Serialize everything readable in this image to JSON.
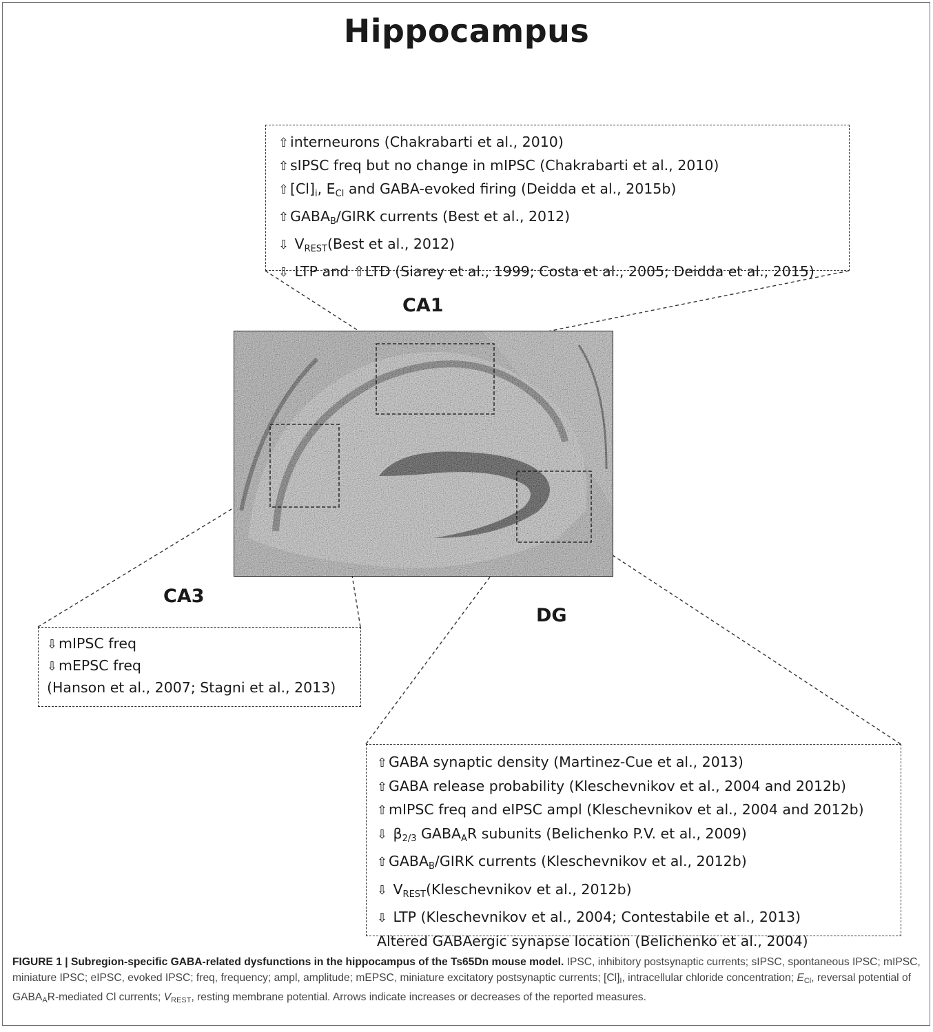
{
  "title": "Hippocampus",
  "regions": {
    "ca1": "CA1",
    "ca3": "CA3",
    "dg": "DG"
  },
  "ca1_box": {
    "lines": [
      {
        "arrow": "up",
        "text": "interneurons (Chakrabarti et al., 2010)"
      },
      {
        "arrow": "up",
        "text": "sIPSC freq but no change in mIPSC (Chakrabarti et al., 2010)"
      },
      {
        "arrow": "up",
        "pre": "[Cl]",
        "sub1": "i",
        "mid": ", E",
        "sub2": "Cl",
        "post": " and GABA-evoked firing (Deidda et al., 2015b)"
      },
      {
        "arrow": "up",
        "pre": "GABA",
        "sub1": "B",
        "post": "/GIRK currents  (Best et al., 2012)"
      },
      {
        "arrow": "down",
        "pre": " V",
        "sub1": "REST",
        "post": "(Best et al., 2012)"
      },
      {
        "arrow": "down",
        "text": " LTP and  ⇧LTD (Siarey et al., 1999;  Costa et al., 2005;  Deidda et al., 2015)"
      }
    ]
  },
  "ca3_box": {
    "lines": [
      {
        "arrow": "down",
        "text": "mIPSC freq"
      },
      {
        "arrow": "down",
        "text": "mEPSC freq"
      },
      {
        "arrow": "none",
        "text": "(Hanson et al., 2007; Stagni et al., 2013)"
      }
    ]
  },
  "dg_box": {
    "lines": [
      {
        "arrow": "up",
        "text": "GABA synaptic density (Martinez-Cue et al., 2013)"
      },
      {
        "arrow": "up",
        "text": "GABA release probability (Kleschevnikov et al., 2004 and 2012b)"
      },
      {
        "arrow": "up",
        "text": "mIPSC freq and eIPSC ampl (Kleschevnikov et al., 2004 and 2012b)"
      },
      {
        "arrow": "down",
        "pre": " β",
        "sub1": "2/3",
        "mid": " GABA",
        "sub2": "A",
        "post": "R subunits (Belichenko P.V. et al., 2009)"
      },
      {
        "arrow": "up",
        "pre": "GABA",
        "sub1": "B",
        "post": "/GIRK currents  (Kleschevnikov et al., 2012b)"
      },
      {
        "arrow": "down",
        "pre": " V",
        "sub1": "REST",
        "post": "(Kleschevnikov et al., 2012b)"
      },
      {
        "arrow": "down",
        "text": " LTP (Kleschevnikov et al., 2004;  Contestabile et al., 2013)"
      },
      {
        "arrow": "none",
        "text": "Altered GABAergic synapse location (Belichenko et al., 2004)"
      }
    ]
  },
  "caption": {
    "label": "FIGURE 1 | Subregion-specific GABA-related dysfunctions in the hippocampus of the Ts65Dn mouse model.",
    "body": " IPSC, inhibitory postsynaptic currents; sIPSC, spontaneous IPSC; mIPSC, miniature IPSC; eIPSC, evoked IPSC; freq, frequency; ampl, amplitude; mEPSC, miniature excitatory postsynaptic currents; [Cl]",
    "s1": "I",
    "t2": ", intracellular chloride concentration; ",
    "e": "E",
    "s2": "Cl",
    "t3": ", reversal potential of GABA",
    "s3": "A",
    "t4": "R-mediated Cl currents; ",
    "v": "V",
    "s4": "REST",
    "t5": ", resting membrane potential. Arrows indicate increases or decreases of the reported measures."
  },
  "icons": {
    "up": "⇧",
    "down": "⇩"
  }
}
